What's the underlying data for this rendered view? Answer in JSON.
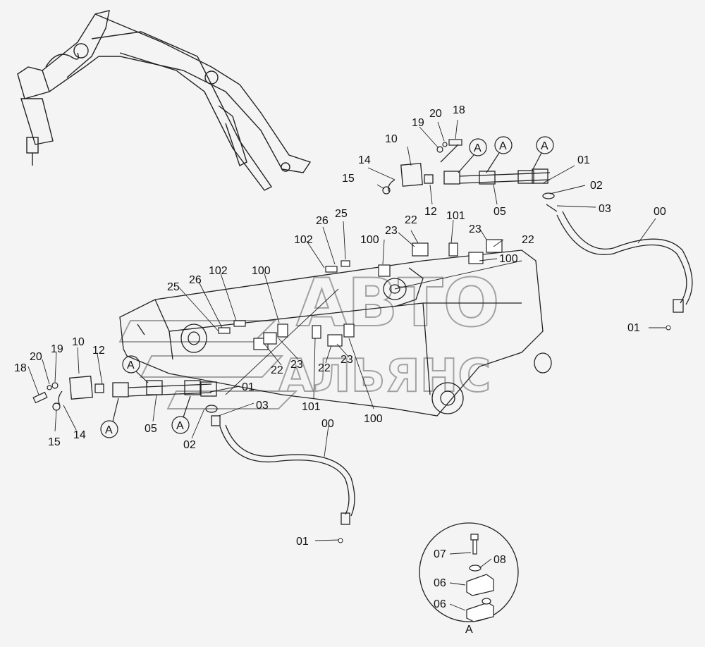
{
  "watermark": {
    "line1": "АВТО",
    "line2": "АЛЬЯНС"
  },
  "labels": {
    "p10_top": "10",
    "p19_top": "19",
    "p20_top": "20",
    "p18_top": "18",
    "p14_top": "14",
    "p15_top": "15",
    "p12_top": "12",
    "p05_top": "05",
    "p01_top": "01",
    "p02_top": "02",
    "p03_top": "03",
    "p00_right": "00",
    "p01_right_end": "01",
    "p26_a": "26",
    "p25_a": "25",
    "p102_a": "102",
    "p100_a": "100",
    "p22_a": "22",
    "p23_a": "23",
    "p101_a": "101",
    "p23_b": "23",
    "p22_b": "22",
    "p100_b": "100",
    "p25_b": "25",
    "p26_b": "26",
    "p102_b": "102",
    "p100_c": "100",
    "p18_left": "18",
    "p20_left": "20",
    "p19_left": "19",
    "p10_left": "10",
    "p12_left": "12",
    "p14_left": "14",
    "p15_left": "15",
    "p05_left": "05",
    "p02_left": "02",
    "p01_left": "01",
    "p03_left": "03",
    "p22_c": "22",
    "p23_c": "23",
    "p22_d": "22",
    "p23_d": "23",
    "p101_b": "101",
    "p100_d": "100",
    "p00_left": "00",
    "p01_left_end": "01",
    "det_07": "07",
    "det_08": "08",
    "det_06a": "06",
    "det_06b": "06",
    "det_A": "A"
  },
  "callouts": {
    "a1": "A",
    "a2": "A",
    "a3": "A",
    "a4": "A",
    "a5": "A",
    "a6": "A"
  }
}
